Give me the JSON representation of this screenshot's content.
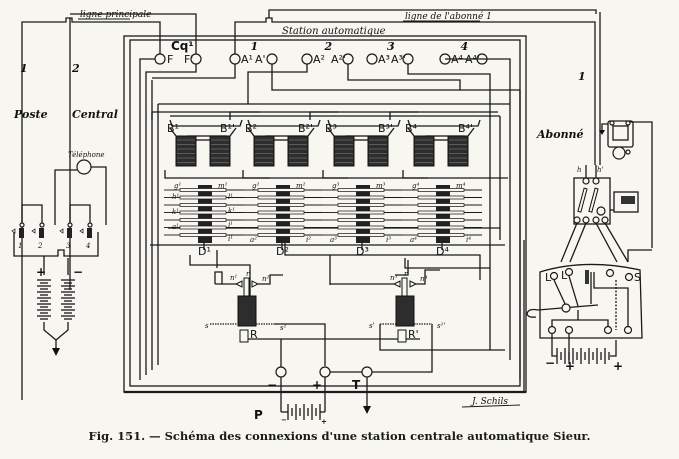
{
  "figure": {
    "caption": "Fig. 151. — Schéma des connexions d'une station centrale automatique Sieur.",
    "signature": "J. Schils"
  },
  "labels": {
    "main_line": "ligne principale",
    "subscriber_line": "ligne de l'abonné 1",
    "station": "Station automatique",
    "central_office": "Poste Central",
    "subscriber": "Abonné",
    "telephone": "Téléphone",
    "wire_1": "1",
    "wire_2": "2",
    "cq": "Cq¹",
    "f": "F",
    "f_prime": "F'",
    "p": "P",
    "minus": "−",
    "plus": "+",
    "t": "T",
    "r": "R",
    "r_prime": "R'",
    "s": "s",
    "s1": "s¹",
    "s_prime": "s'",
    "s1_prime": "s¹'",
    "n1": "n¹",
    "n2": "n²",
    "n3": "n³",
    "n4": "n⁴",
    "r_small": "r",
    "r_small_prime": "r'",
    "h": "h",
    "h_prime": "h'",
    "l": "L",
    "l_prime": "L'",
    "s_sub": "S"
  },
  "groups": [
    {
      "num": "1",
      "a": "A¹",
      "a_prime": "A'",
      "b": "B¹",
      "b_prime": "B¹'",
      "d": "D¹",
      "g": "g¹",
      "m": "m¹",
      "left_contacts": [
        "h¹",
        "k¹",
        "a¹"
      ],
      "right_contacts": [
        "l¹",
        "k¹",
        "j¹",
        "i¹"
      ]
    },
    {
      "num": "2",
      "a": "A²",
      "a_prime": "A²'",
      "b": "B²",
      "b_prime": "B²'",
      "d": "D²",
      "g": "g²",
      "m": "m²",
      "left_contacts": [
        "a²"
      ],
      "right_contacts": [
        "i²"
      ]
    },
    {
      "num": "3",
      "a": "A³",
      "a_prime": "A³'",
      "b": "B³",
      "b_prime": "B³'",
      "d": "D³",
      "g": "g³",
      "m": "m³",
      "left_contacts": [
        "a³"
      ],
      "right_contacts": [
        "i³"
      ]
    },
    {
      "num": "4",
      "a": "A⁴",
      "a_prime": "A⁴'",
      "b": "B⁴",
      "b_prime": "B⁴'",
      "d": "D⁴",
      "g": "g⁴",
      "m": "m⁴",
      "left_contacts": [
        "a⁴"
      ],
      "right_contacts": [
        "i⁴"
      ]
    }
  ],
  "central_keys": [
    "1",
    "2",
    "3",
    "4"
  ]
}
